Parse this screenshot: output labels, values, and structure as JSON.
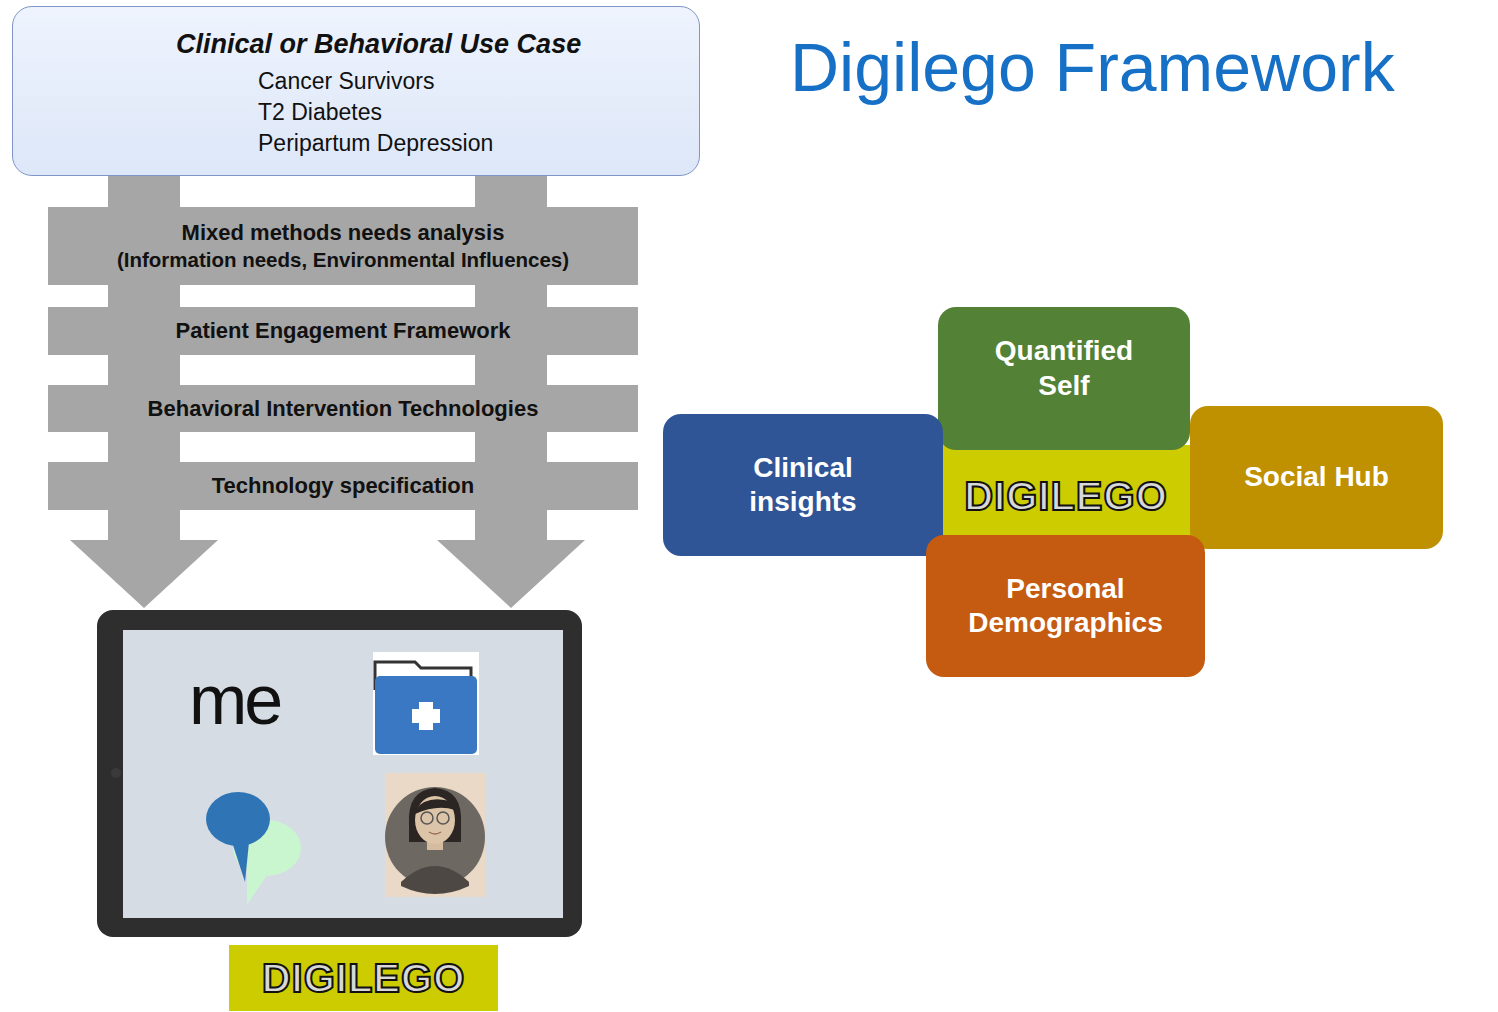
{
  "diagram": {
    "title": "Digilego Framework",
    "nodes": [
      {
        "text": [
          "Clinical or Behavioral Use Case",
          "Cancer Survivors",
          "T2 Diabetes",
          "Peripartum Depression"
        ]
      },
      {
        "text": [
          "Mixed methods needs analysis",
          "(Information needs, Environmental Influences)"
        ]
      },
      {
        "text": [
          "Patient Engagement Framework"
        ]
      },
      {
        "text": [
          "Behavioral Intervention Technologies"
        ]
      },
      {
        "text": [
          "Technology specification"
        ]
      },
      {
        "text": [
          "me"
        ]
      },
      {
        "text": [
          "DIGILEGO"
        ]
      },
      {
        "text": [
          "Quantified Self"
        ]
      },
      {
        "text": [
          "Clinical insights"
        ]
      },
      {
        "text": [
          "DIGILEGO"
        ]
      },
      {
        "text": [
          "Social Hub"
        ]
      },
      {
        "text": [
          "Personal Demographics"
        ]
      }
    ],
    "edges": [
      {
        "from": 0,
        "to": 5,
        "arrow": "to"
      },
      {
        "from": 0,
        "to": 5,
        "arrow": "to"
      }
    ]
  }
}
